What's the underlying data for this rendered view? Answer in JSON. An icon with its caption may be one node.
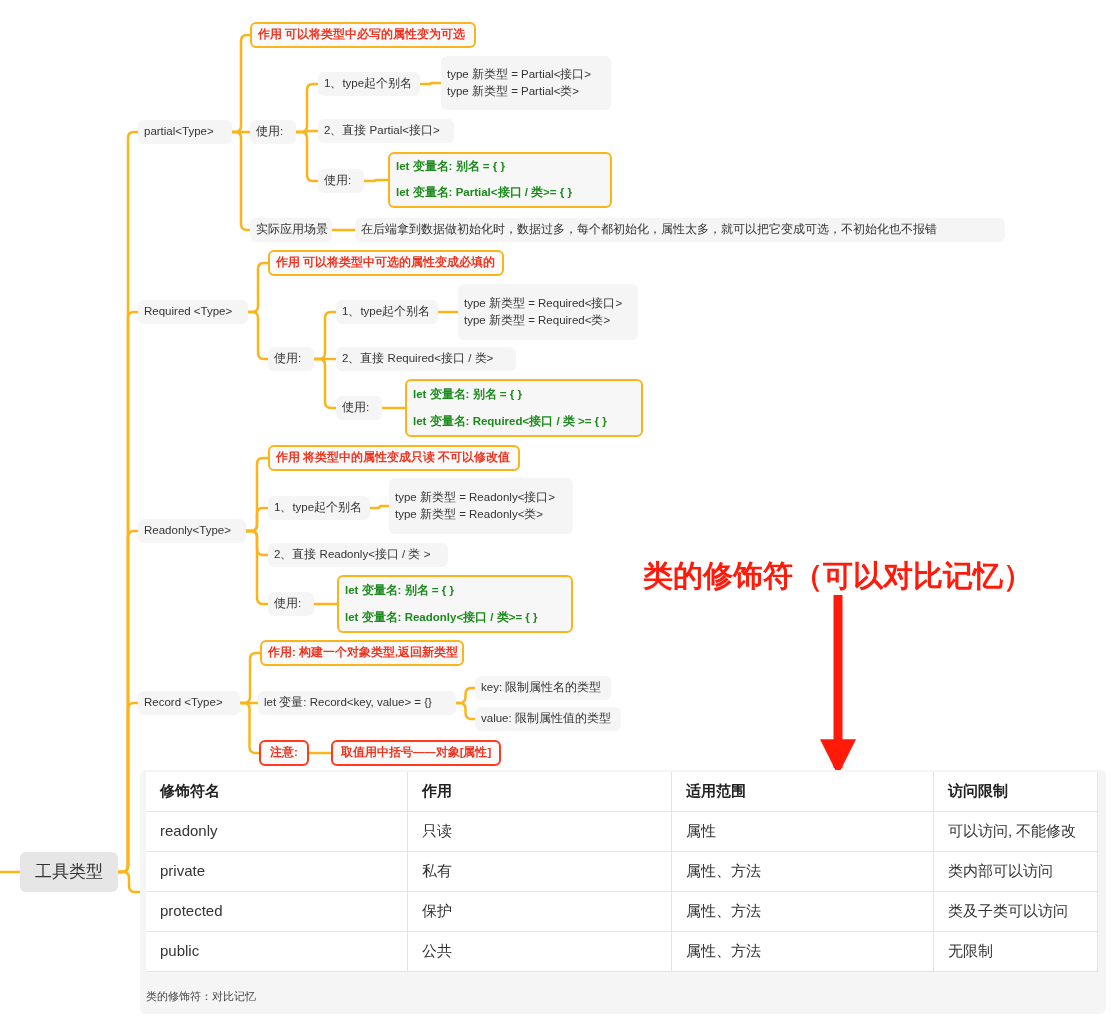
{
  "diagram": {
    "nodes": [
      {
        "text": [
          "工具类型"
        ]
      },
      {
        "text": [
          "partial<Type>"
        ]
      },
      {
        "text": [
          "作用 可以将类型中必写的属性变为可选"
        ]
      },
      {
        "text": [
          "使用:"
        ]
      },
      {
        "text": [
          "1、type起个别名"
        ]
      },
      {
        "text": [
          "type 新类型 = Partial<接口>",
          "type 新类型 = Partial<类>"
        ]
      },
      {
        "text": [
          "2、直接 Partial<接口>"
        ]
      },
      {
        "text": [
          "使用:"
        ]
      },
      {
        "text": [
          "let 变量名:  别名 = { }",
          "let 变量名:  Partial<接口  / 类>= { }"
        ]
      },
      {
        "text": [
          "实际应用场景"
        ]
      },
      {
        "text": [
          "在后端拿到数据做初始化时，数据过多，每个都初始化，属性太多，就可以把它变成可选，不初始化也不报错"
        ]
      },
      {
        "text": [
          "Required <Type>"
        ]
      },
      {
        "text": [
          "作用 可以将类型中可选的属性变成必填的"
        ]
      },
      {
        "text": [
          "使用:"
        ]
      },
      {
        "text": [
          "1、type起个别名"
        ]
      },
      {
        "text": [
          "type 新类型 = Required<接口>",
          "type 新类型 = Required<类>"
        ]
      },
      {
        "text": [
          "2、直接 Required<接口  / 类>"
        ]
      },
      {
        "text": [
          "使用:"
        ]
      },
      {
        "text": [
          "let 变量名:  别名 = { }",
          "let 变量名:  Required<接口 / 类 >= { }"
        ]
      },
      {
        "text": [
          "Readonly<Type>"
        ]
      },
      {
        "text": [
          "作用 将类型中的属性变成只读 不可以修改值"
        ]
      },
      {
        "text": [
          "1、type起个别名"
        ]
      },
      {
        "text": [
          "type 新类型 = Readonly<接口>",
          "type 新类型 = Readonly<类>"
        ]
      },
      {
        "text": [
          "2、直接 Readonly<接口 / 类 >"
        ]
      },
      {
        "text": [
          "使用:"
        ]
      },
      {
        "text": [
          "let 变量名:  别名 = { }",
          "let 变量名: Readonly<接口  / 类>= { }"
        ]
      },
      {
        "text": [
          "Record <Type>"
        ]
      },
      {
        "text": [
          "作用: 构建一个对象类型,返回新类型"
        ]
      },
      {
        "text": [
          "let 变量: Record<key, value> = {}"
        ]
      },
      {
        "text": [
          "key: 限制属性名的类型"
        ]
      },
      {
        "text": [
          "value: 限制属性值的类型"
        ]
      },
      {
        "text": [
          "注意:"
        ]
      },
      {
        "text": [
          "取值用中括号——对象[属性]"
        ]
      },
      {
        "text": [
          "类的修饰符：对比记忆"
        ]
      },
      {
        "text": [
          "类的修饰符（可以对比记忆）"
        ]
      }
    ],
    "edges": [
      {
        "from": null,
        "to": 0,
        "arrow": "none"
      },
      {
        "from": 0,
        "to": 1,
        "arrow": "none"
      },
      {
        "from": 0,
        "to": 11,
        "arrow": "none"
      },
      {
        "from": 0,
        "to": 19,
        "arrow": "none"
      },
      {
        "from": 0,
        "to": 26,
        "arrow": "none"
      },
      {
        "from": 0,
        "to": 33,
        "arrow": "none"
      },
      {
        "from": 1,
        "to": 2,
        "arrow": "none"
      },
      {
        "from": 1,
        "to": 3,
        "arrow": "none"
      },
      {
        "from": 1,
        "to": 9,
        "arrow": "none"
      },
      {
        "from": 3,
        "to": 4,
        "arrow": "none"
      },
      {
        "from": 3,
        "to": 6,
        "arrow": "none"
      },
      {
        "from": 3,
        "to": 7,
        "arrow": "none"
      },
      {
        "from": 4,
        "to": 5,
        "arrow": "none"
      },
      {
        "from": 7,
        "to": 8,
        "arrow": "none"
      },
      {
        "from": 9,
        "to": 10,
        "arrow": "none"
      },
      {
        "from": 11,
        "to": 12,
        "arrow": "none"
      },
      {
        "from": 11,
        "to": 13,
        "arrow": "none"
      },
      {
        "from": 13,
        "to": 14,
        "arrow": "none"
      },
      {
        "from": 13,
        "to": 16,
        "arrow": "none"
      },
      {
        "from": 13,
        "to": 17,
        "arrow": "none"
      },
      {
        "from": 14,
        "to": 15,
        "arrow": "none"
      },
      {
        "from": 17,
        "to": 18,
        "arrow": "none"
      },
      {
        "from": 19,
        "to": 20,
        "arrow": "none"
      },
      {
        "from": 19,
        "to": 21,
        "arrow": "none"
      },
      {
        "from": 19,
        "to": 23,
        "arrow": "none"
      },
      {
        "from": 19,
        "to": 24,
        "arrow": "none"
      },
      {
        "from": 21,
        "to": 22,
        "arrow": "none"
      },
      {
        "from": 24,
        "to": 25,
        "arrow": "none"
      },
      {
        "from": 26,
        "to": 27,
        "arrow": "none"
      },
      {
        "from": 26,
        "to": 28,
        "arrow": "none"
      },
      {
        "from": 26,
        "to": 31,
        "arrow": "none"
      },
      {
        "from": 28,
        "to": 29,
        "arrow": "none"
      },
      {
        "from": 28,
        "to": 30,
        "arrow": "none"
      },
      {
        "from": 31,
        "to": 32,
        "arrow": "none"
      },
      {
        "from": 34,
        "to": 33,
        "arrow": "to",
        "style": "thick",
        "color": "#ff1a0a"
      }
    ],
    "labels": [
      "修饰符名",
      "作用",
      "适用范围",
      "访问限制",
      "readonly",
      "只读",
      "属性",
      "可以访问, 不能修改",
      "private",
      "私有",
      "属性、方法",
      "类内部可以访问",
      "protected",
      "保护",
      "属性、方法",
      "类及子类可以访问",
      "public",
      "公共",
      "属性、方法",
      "无限制"
    ]
  }
}
